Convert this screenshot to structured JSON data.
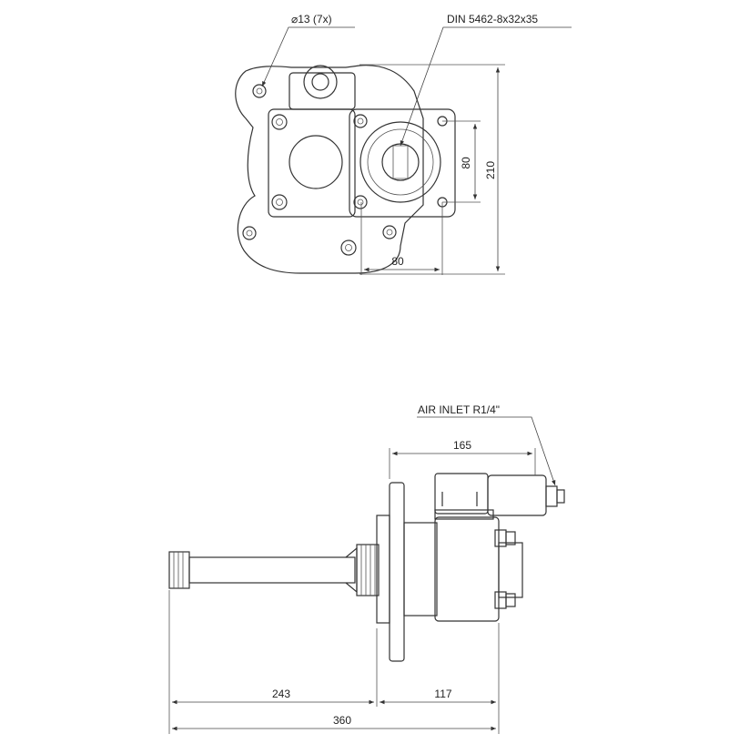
{
  "top_view": {
    "hole_note": "⌀13 (7x)",
    "spline_note": "DIN 5462-8x32x35",
    "dim_height": "210",
    "dim_offset_vertical": "80",
    "dim_offset_horizontal": "80"
  },
  "side_view": {
    "air_inlet_note": "AIR INLET R1/4\"",
    "dim_165": "165",
    "dim_243": "243",
    "dim_117": "117",
    "dim_360": "360"
  },
  "colors": {
    "line": "#333333",
    "background": "#ffffff"
  }
}
